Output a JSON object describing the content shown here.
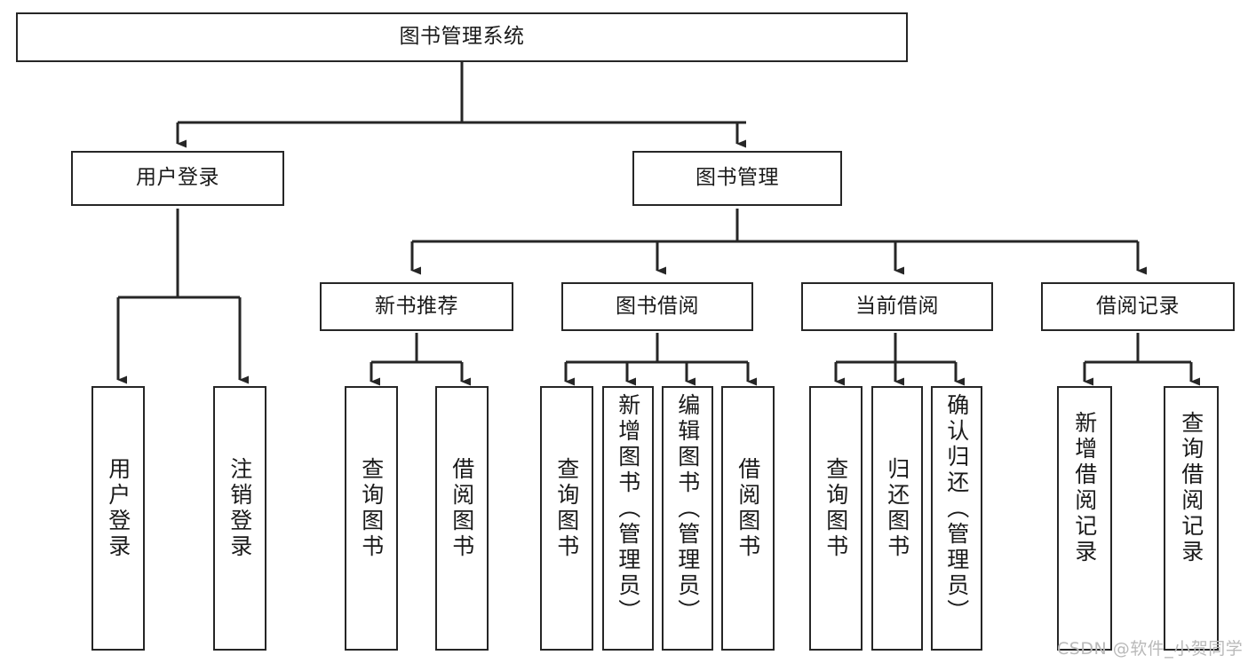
{
  "diagram": {
    "type": "tree-hierarchy-diagram",
    "title": "图书管理系统",
    "root": {
      "label": "图书管理系统"
    },
    "level1": [
      {
        "label": "用户登录"
      },
      {
        "label": "图书管理"
      }
    ],
    "level2": [
      {
        "label": "新书推荐"
      },
      {
        "label": "图书借阅"
      },
      {
        "label": "当前借阅"
      },
      {
        "label": "借阅记录"
      }
    ],
    "leaves": {
      "user_login": [
        {
          "label": "用户登录"
        },
        {
          "label": "注销登录"
        }
      ],
      "new_book_recommend": [
        {
          "label": "查询图书"
        },
        {
          "label": "借阅图书"
        }
      ],
      "book_borrow": [
        {
          "label": "查询图书"
        },
        {
          "label": "新增图书（管理员）"
        },
        {
          "label": "编辑图书（管理员）"
        },
        {
          "label": "借阅图书"
        }
      ],
      "current_borrow": [
        {
          "label": "查询图书"
        },
        {
          "label": "归还图书"
        },
        {
          "label": "确认归还（管理员）"
        }
      ],
      "borrow_record": [
        {
          "label": "新增借阅记录"
        },
        {
          "label": "查询借阅记录"
        }
      ]
    }
  },
  "watermark": {
    "text": "CSDN @软件_小贺同学"
  },
  "colors": {
    "stroke": "#262626",
    "background": "#ffffff",
    "text": "#1a1a1a",
    "watermark": "#b9b9b9"
  }
}
